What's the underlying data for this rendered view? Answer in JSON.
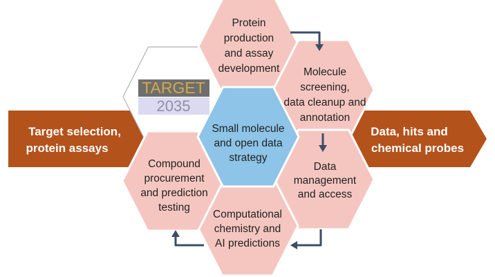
{
  "colors": {
    "arrow_band": "#b4521c",
    "hex_pink": "#f5c6c0",
    "hex_pink_stroke": "#ffffff",
    "hex_blue": "#8dc4e8",
    "hex_logo_bg": "#ffffff",
    "hex_logo_stroke": "#b0b0b0",
    "flow_arrow": "#3b4d6b",
    "text_dark": "#222222",
    "text_light": "#ffffff",
    "logo_target_bg": "#6e6e6e",
    "logo_target_text": "#d4a94a",
    "logo_year_bg": "#dcdaf0",
    "logo_year_text": "#8d8fa8"
  },
  "left_arrow": {
    "lines": [
      "Target selection,",
      "protein assays"
    ]
  },
  "right_arrow": {
    "lines": [
      "Data, hits and",
      "chemical probes"
    ]
  },
  "logo": {
    "word": "TARGET",
    "year": "2035"
  },
  "center": {
    "lines": [
      "Small molecule",
      "and open data",
      "strategy"
    ]
  },
  "hexagons": [
    {
      "id": "protein",
      "lines": [
        "Protein",
        "production",
        "and assay",
        "development"
      ]
    },
    {
      "id": "screening",
      "lines": [
        "Molecule",
        "screening,",
        "data cleanup and",
        "annotation"
      ]
    },
    {
      "id": "data-management",
      "lines": [
        "Data",
        "management",
        "and access"
      ]
    },
    {
      "id": "computational",
      "lines": [
        "Computational",
        "chemistry and",
        "AI predictions"
      ]
    },
    {
      "id": "compound",
      "lines": [
        "Compound",
        "procurement",
        "and prediction",
        "testing"
      ]
    }
  ],
  "flow_icons": [
    "arrow-right-down-icon",
    "arrow-down-icon",
    "arrow-down-left-icon",
    "arrow-left-up-icon"
  ]
}
